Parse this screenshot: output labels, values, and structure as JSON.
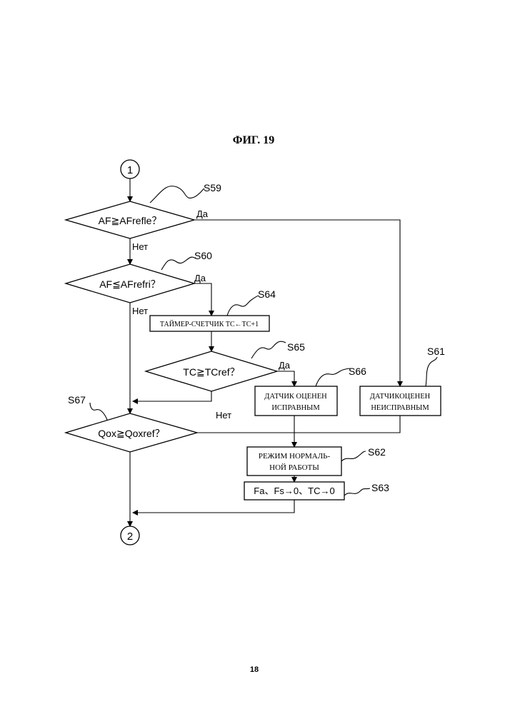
{
  "figure_title": "ФИГ. 19",
  "page_number": "18",
  "connectors": {
    "start": "1",
    "end": "2"
  },
  "steps": {
    "s59": {
      "id": "S59",
      "text": "AF≧AFrefle？"
    },
    "s60": {
      "id": "S60",
      "text": "AF≦AFrefri？"
    },
    "s64": {
      "id": "S64",
      "text": "ТАЙМЕР-СЧЕТЧИК TC←TC+1"
    },
    "s65": {
      "id": "S65",
      "text": "TC≧TCref？"
    },
    "s66": {
      "id": "S66",
      "line1": "ДАТЧИК ОЦЕНЕН",
      "line2": "ИСПРАВНЫМ"
    },
    "s61": {
      "id": "S61",
      "line1": "ДАТЧИКОЦЕНЕН",
      "line2": "НЕИСПРАВНЫМ"
    },
    "s67": {
      "id": "S67",
      "text": "Qox≧Qoxref？"
    },
    "s62": {
      "id": "S62",
      "line1": "РЕЖИМ НОРМАЛЬ-",
      "line2": "НОЙ РАБОТЫ"
    },
    "s63": {
      "id": "S63",
      "text": "Fa、Fs→0、TC→0"
    }
  },
  "branch_labels": {
    "s59_yes": "Да",
    "s59_no": "Нет",
    "s60_yes": "Да",
    "s60_no": "Нет",
    "s65_yes": "Да",
    "s67_no": "Нет"
  }
}
